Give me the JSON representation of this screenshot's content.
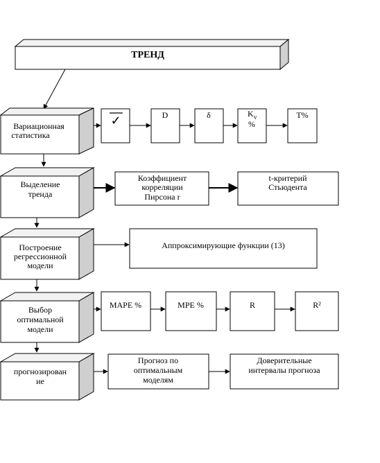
{
  "title": "ТРЕНД",
  "stages": [
    {
      "id": "variation",
      "lines": [
        "Вариационная",
        "статистика"
      ]
    },
    {
      "id": "trend",
      "lines": [
        "Выделение",
        "тренда"
      ]
    },
    {
      "id": "regression",
      "lines": [
        "Построение",
        "регрессионной",
        "модели"
      ]
    },
    {
      "id": "optimal",
      "lines": [
        "Выбор",
        "оптимальной",
        "модели"
      ]
    },
    {
      "id": "forecast",
      "lines": [
        "прогнозирован",
        "ие"
      ]
    }
  ],
  "variation_boxes": [
    {
      "id": "mean",
      "label": ""
    },
    {
      "id": "d",
      "label": "D"
    },
    {
      "id": "delta",
      "label": "δ"
    },
    {
      "id": "kv",
      "label": "K",
      "sub": "v",
      "line2": "%"
    },
    {
      "id": "t",
      "label": "T%"
    }
  ],
  "trend_boxes": [
    {
      "id": "pearson",
      "lines": [
        "Коэффициент",
        "корреляции",
        "Пирсона r"
      ]
    },
    {
      "id": "student",
      "lines": [
        "t-критерий",
        "Стьюдента"
      ]
    }
  ],
  "regression_boxes": [
    {
      "id": "approx",
      "lines": [
        "Аппроксимирующие функции (13)"
      ]
    }
  ],
  "metric_boxes": [
    {
      "id": "mape",
      "label": "MAPE %"
    },
    {
      "id": "mpe",
      "label": "MPE %"
    },
    {
      "id": "r",
      "label": "R"
    },
    {
      "id": "r2",
      "label": "R²"
    }
  ],
  "forecast_boxes": [
    {
      "id": "forecast-optimal",
      "lines": [
        "Прогноз по",
        "оптимальным",
        "моделям"
      ]
    },
    {
      "id": "confidence",
      "lines": [
        "Доверительные",
        "интервалы прогноза"
      ]
    }
  ]
}
